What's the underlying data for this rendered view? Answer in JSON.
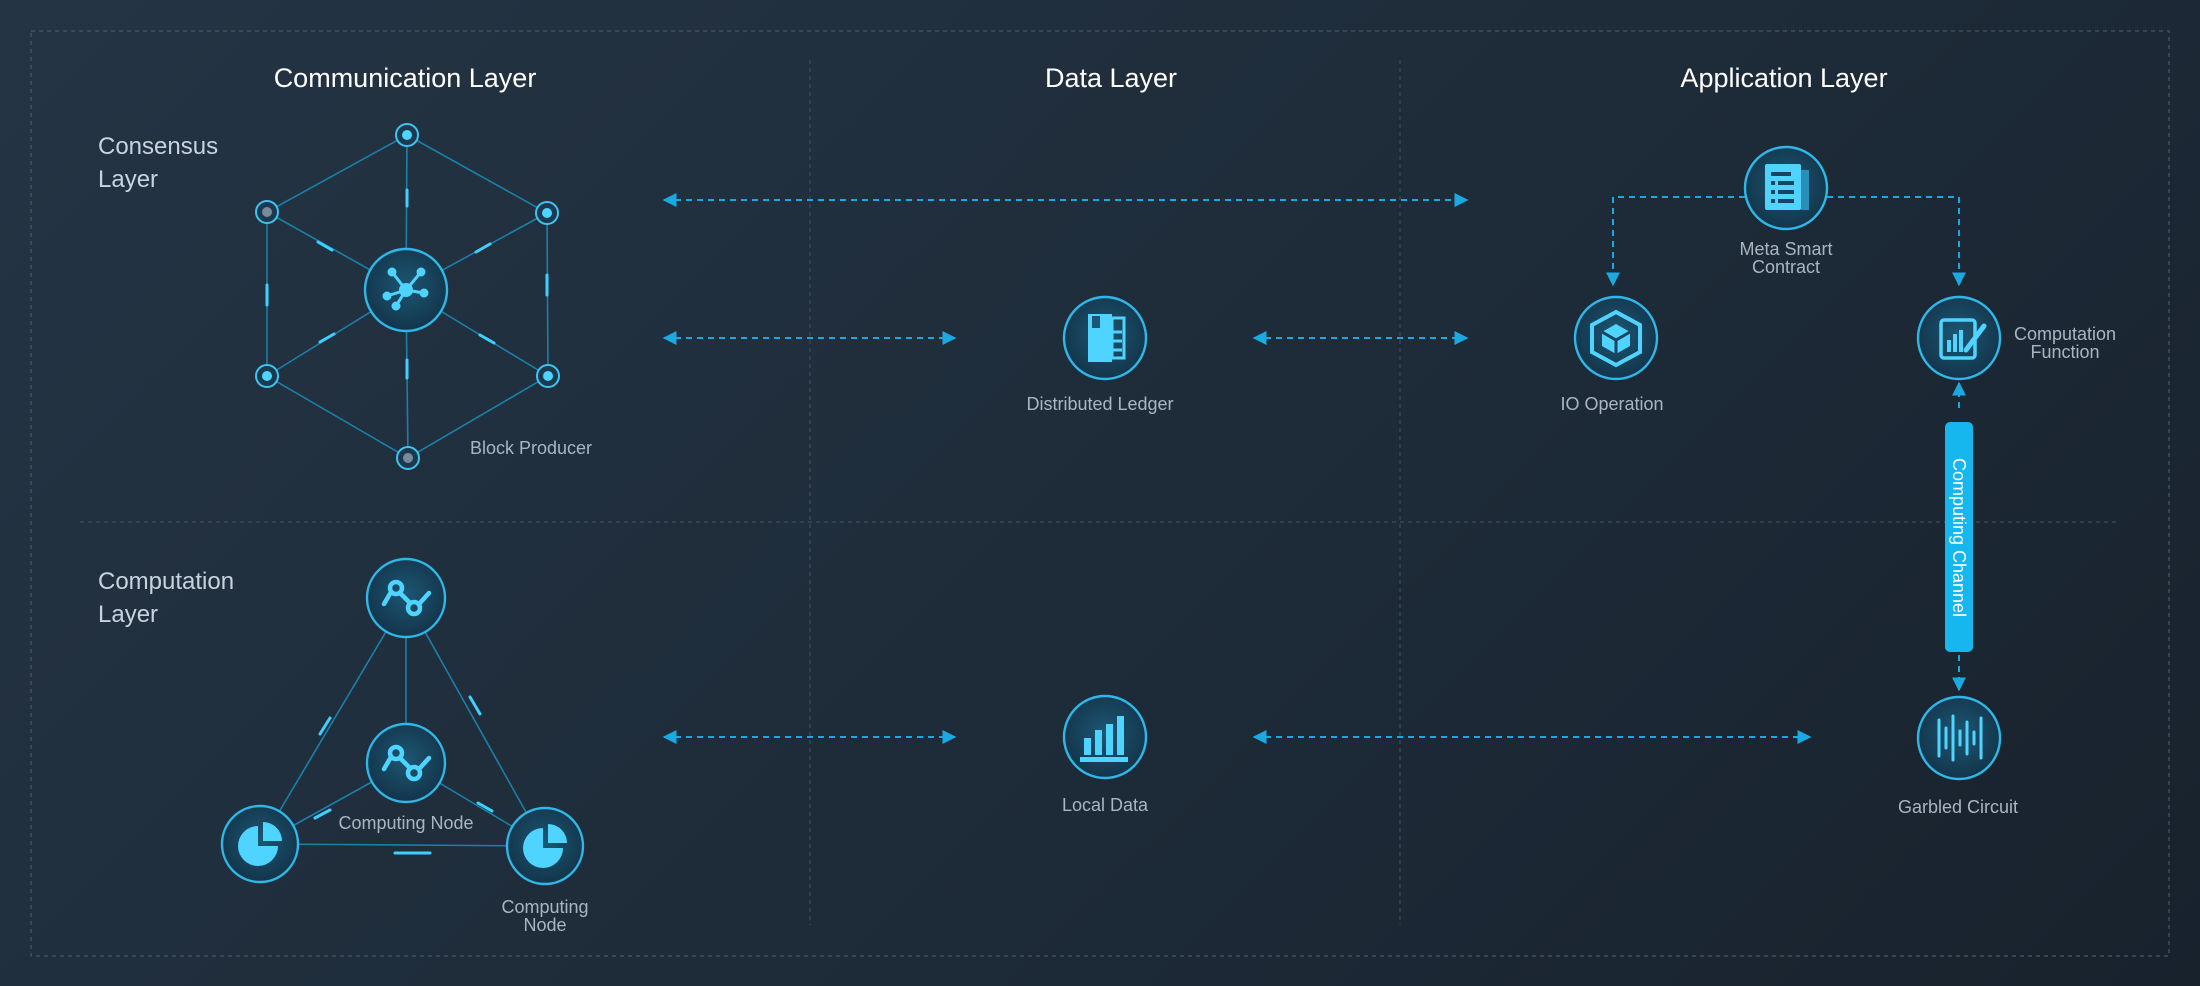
{
  "columns": {
    "communication": "Communication Layer",
    "data": "Data Layer",
    "application": "Application Layer"
  },
  "rows": {
    "consensus": "Consensus Layer",
    "computation": "Computation Layer"
  },
  "labels": {
    "block_producer": "Block Producer",
    "distributed_ledger": "Distributed Ledger",
    "io_operation": "IO Operation",
    "meta_smart_contract_1": "Meta Smart",
    "meta_smart_contract_2": "Contract",
    "computation_function_1": "Computation",
    "computation_function_2": "Function",
    "computing_channel": "Computing Channel",
    "computing_node_center": "Computing Node",
    "computing_node_right_1": "Computing",
    "computing_node_right_2": "Node",
    "local_data": "Local Data",
    "garbled_circuit": "Garbled Circuit"
  },
  "icons": {
    "consensus_hub": "network-hub-icon",
    "distributed_ledger": "ledger-book-icon",
    "io_operation": "cube-icon",
    "meta_smart_contract": "document-icon",
    "computation_function": "chart-edit-icon",
    "computing_node": "node-graph-icon",
    "pie_node": "pie-chart-icon",
    "local_data": "bar-chart-icon",
    "garbled_circuit": "waveform-icon"
  },
  "colors": {
    "accent": "#1aa9e0",
    "accent_bright": "#4fd4ff",
    "node_fill": "#17445e",
    "channel": "#16b6ee",
    "background": "#1f2d3b"
  }
}
